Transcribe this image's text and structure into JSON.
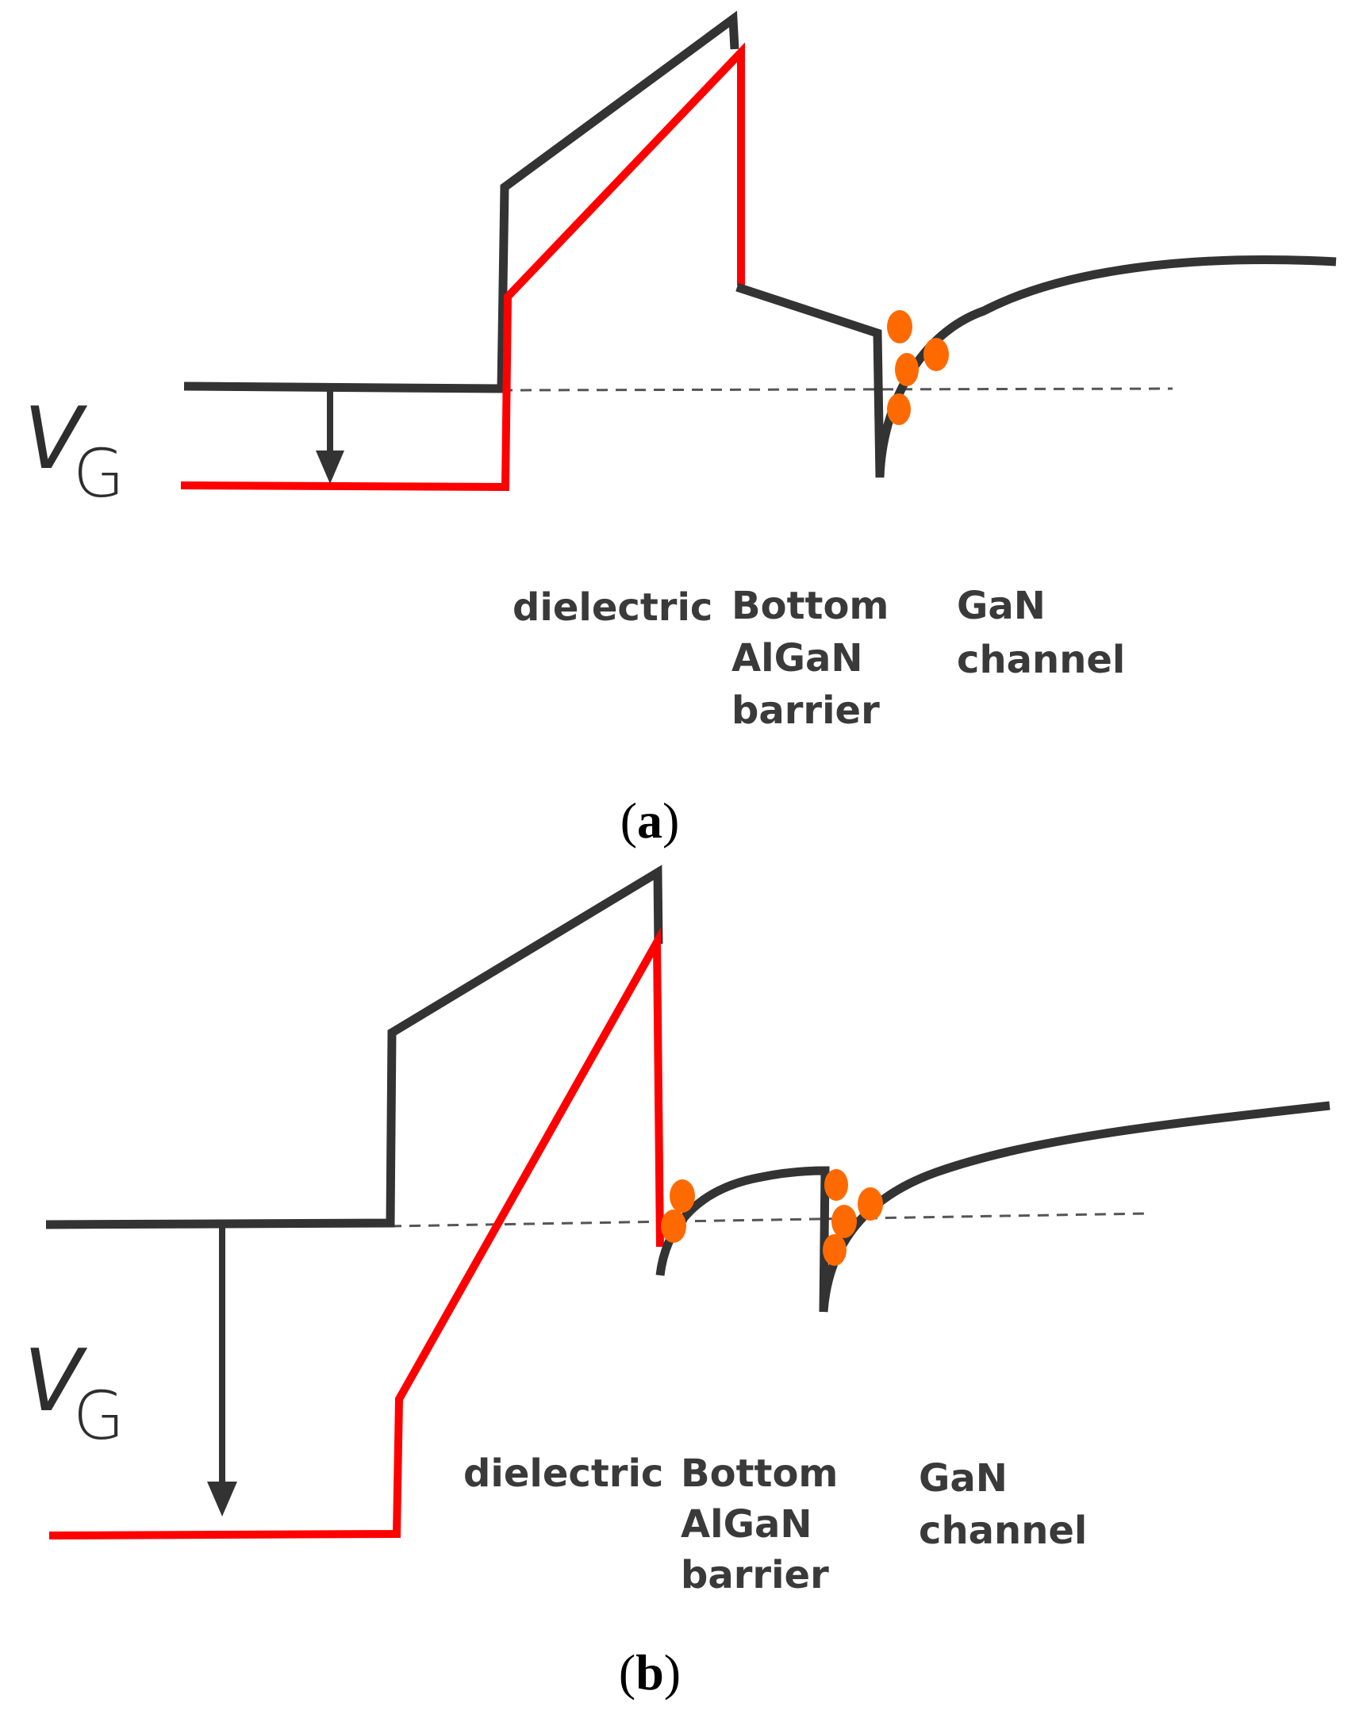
{
  "colors": {
    "band_before": "#333333",
    "band_after": "#ff0000",
    "electrons": "#ff6a00",
    "fermi_level": "#555555"
  },
  "panels": [
    {
      "id": "a",
      "caption": {
        "open": "(",
        "letter": "a",
        "close": ")"
      },
      "vg_label": {
        "main": "V",
        "sub": "G"
      },
      "layer_labels": {
        "dielectric": "dielectric",
        "barrier": [
          "Bottom",
          "AlGaN",
          "barrier"
        ],
        "channel": [
          "GaN",
          "channel"
        ]
      }
    },
    {
      "id": "b",
      "caption": {
        "open": "(",
        "letter": "b",
        "close": ")"
      },
      "vg_label": {
        "main": "V",
        "sub": "G"
      },
      "layer_labels": {
        "dielectric": "dielectric",
        "barrier": [
          "Bottom",
          "AlGaN",
          "barrier"
        ],
        "channel": [
          "GaN",
          "channel"
        ]
      }
    }
  ]
}
